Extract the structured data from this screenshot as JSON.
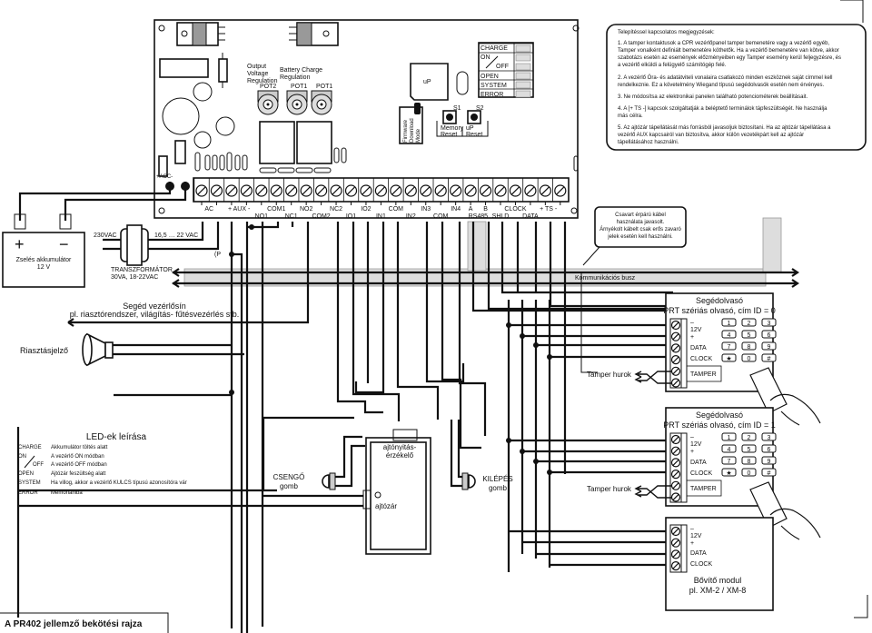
{
  "notes": {
    "title": "Telepítéssel kapcsolatos megjegyzések:",
    "lines": [
      "1. A tamper kontaktusok a CPR vezérlőpanel tamper bemenetére vagy a vezérlő egyéb,",
      "Tamper vonalként definiált bemenetére köthetők. Ha a vezérlő bemenetére van kötve, akkor",
      "szabotázs esetén az események előzményeiben egy Tamper esemény kerül feljegyzésre, és",
      "a vezérlő elküldi a felügyelő számítógép felé.",
      "2. A vezérlő Óra- és adatátviteli vonalaira csatlakozó minden eszköznek saját címmel kell",
      "rendelkeznie. Ez a követelmény Wiegand típusú segédolvasók esetén nem érvényes.",
      "3. Ne módosítsa az elektronikai panelen található potenciométerek beállításait.",
      "4. A [+ TS -] kapcsok szolgáltatják a beléptető terminálok tápfeszültségét. Ne használja",
      "más célra.",
      "5. Az ajtózár tápellátását más forrásból javasoljuk biztosítani. Ha az ajtózár tápellátása a",
      "vezérlő AUX kapcsairól van biztosítva, akkor külön vezetékpárt kell az ajtózár",
      "tápellátásához használni."
    ]
  },
  "board": {
    "pot_labels": [
      "Output",
      "Voltage",
      "Regulation",
      "Battery Charge",
      "Regulation",
      "POT2",
      "POT1",
      "POT1"
    ],
    "up": "uP",
    "firmware": [
      "Firmware",
      "Download",
      "Mode"
    ],
    "s1": "S1",
    "s2": "S2",
    "memory_reset": [
      "Memory",
      "Reset"
    ],
    "up_reset": [
      "uP",
      "Reset"
    ],
    "leds": [
      "CHARGE",
      "ON",
      "OFF",
      "OPEN",
      "SYSTEM",
      "ERROR"
    ],
    "acc": "+ACC-"
  },
  "terminals": {
    "labels": [
      "AC",
      "+ AUX -",
      "NO1",
      "COM1",
      "NC1",
      "NO2",
      "COM2",
      "NC2",
      "IO1",
      "IO2",
      "IN1",
      "COM",
      "IN2",
      "IN3",
      "COM",
      "IN4",
      "A",
      "B",
      "RS485",
      "SHLD",
      "CLOCK",
      "DATA",
      "+ TS -"
    ]
  },
  "power": {
    "battery_plus": "+",
    "battery_minus": "−",
    "battery_label": [
      "Zselés akkumulátor",
      "12 V"
    ],
    "mains": "230VAC",
    "secondary": "16,5 … 22 VAC",
    "transformer": [
      "TRANSZFORMÁTOR",
      "30VA, 18-22VAC"
    ],
    "p_mark": "(P"
  },
  "cable_note": [
    "Csavart érpárú kábel",
    "használata javasolt.",
    "Árnyékolt kábelt csak erős zavaró",
    "jelek esetén kell használni."
  ],
  "bus_label": "Kommunikációs busz",
  "aux_rail": [
    "Segéd vezérlősín",
    "pl. riasztórendszer, világítás- fűtésvezérlés stb."
  ],
  "siren": "Riasztásjelző",
  "readers": [
    {
      "title": "Segédolvasó",
      "subtitle": "PRT szériás olvasó, cím ID = 0"
    },
    {
      "title": "Segédolvasó",
      "subtitle": "PRT szériás olvasó, cím ID = 1"
    }
  ],
  "reader_terms": [
    "–",
    "12V",
    "+",
    "DATA",
    "CLOCK",
    "TAMPER"
  ],
  "keys": [
    "1",
    "2",
    "3",
    "4",
    "5",
    "6",
    "7",
    "8",
    "9",
    "★",
    "0",
    "#"
  ],
  "tamper_loop": "Tamper hurok",
  "expansion": {
    "title": "Bővítő modul",
    "subtitle": "pl. XM-2 / XM-8"
  },
  "door": {
    "sensor": [
      "ajtónyitás-",
      "érzékelő"
    ],
    "lock": "ajtózár"
  },
  "bell_button": [
    "CSENGŐ",
    "gomb"
  ],
  "exit_button": [
    "KILÉPÉS",
    "gomb"
  ],
  "led_legend": {
    "title": "LED-ek leírása",
    "items": [
      {
        "led": "CHARGE",
        "desc": "Akkumulátor töltés alatt"
      },
      {
        "led": "ON",
        "desc": "A vezérlő ON módban"
      },
      {
        "led": "OFF",
        "desc": "A vezérlő OFF módban"
      },
      {
        "led": "OPEN",
        "desc": "Ajtózár feszültség alatt"
      },
      {
        "led": "SYSTEM",
        "desc": "Ha villog, akkor a vezérlő KULCS típusú azonosítóra vár"
      },
      {
        "led": "ERROR",
        "desc": "Memóriahiba"
      }
    ]
  },
  "footer_title": "A PR402 jellemző bekötési rajza"
}
